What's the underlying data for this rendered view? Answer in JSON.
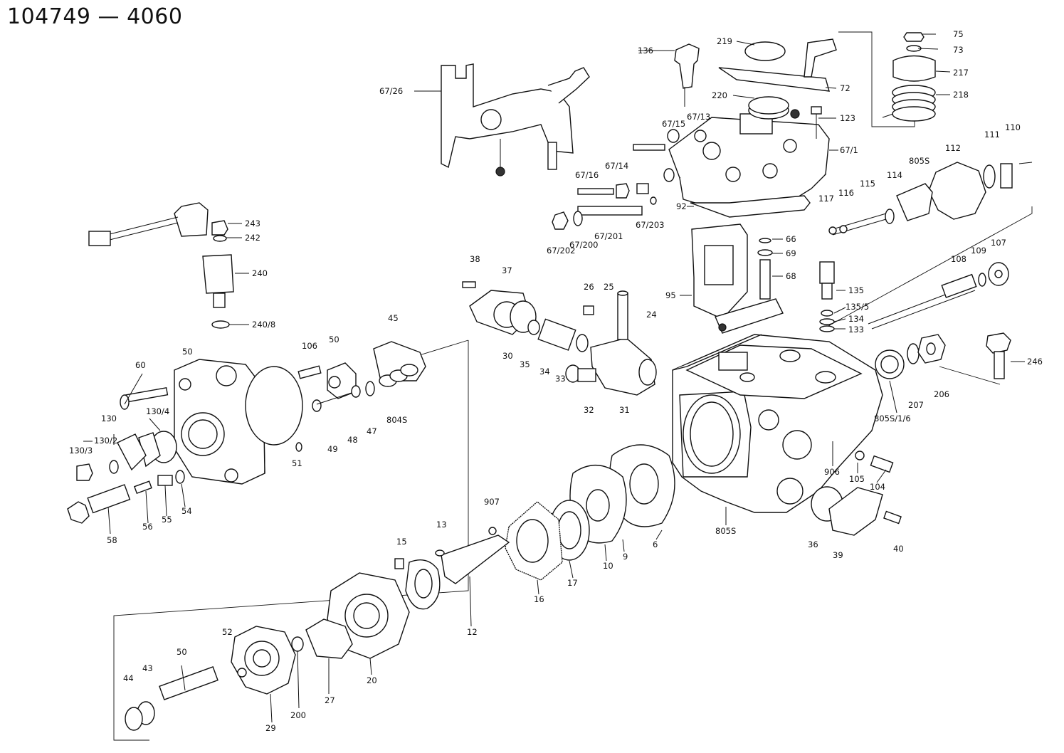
{
  "title": "104749 — 4060",
  "labels": {
    "p75": "75",
    "p73": "73",
    "p217": "217",
    "p218": "218",
    "p219": "219",
    "p72": "72",
    "p220": "220",
    "p136": "136",
    "p123": "123",
    "p67_1": "67/1",
    "p67_13": "67/13",
    "p67_15": "67/15",
    "p67_14": "67/14",
    "p67_16": "67/16",
    "p67_26": "67/26",
    "p92": "92",
    "p67_203": "67/203",
    "p67_201": "67/201",
    "p67_200": "67/200",
    "p67_202": "67/202",
    "p66": "66",
    "p69": "69",
    "p68": "68",
    "p95": "95",
    "p110": "110",
    "p111": "111",
    "p112": "112",
    "p805s_top": "805S",
    "p114": "114",
    "p115": "115",
    "p116": "116",
    "p117": "117",
    "p107": "107",
    "p109": "109",
    "p108": "108",
    "p135": "135",
    "p135_5": "135/5",
    "p134": "134",
    "p133": "133",
    "p243": "243",
    "p242": "242",
    "p240": "240",
    "p240_8": "240/8",
    "p38": "38",
    "p37": "37",
    "p26": "26",
    "p25": "25",
    "p24": "24",
    "p45": "45",
    "p106": "106",
    "p50_a": "50",
    "p50_b": "50",
    "p60": "60",
    "p130": "130",
    "p130_4": "130/4",
    "p130_2": "130/2",
    "p130_3": "130/3",
    "p51": "51",
    "p49": "49",
    "p48": "48",
    "p47": "47",
    "p804s": "804S",
    "p30": "30",
    "p35_a": "35",
    "p34": "34",
    "p33": "33",
    "p32": "32",
    "p31": "31",
    "p246": "246",
    "p206": "206",
    "p207": "207",
    "p805s_1_6": "805S/1/6",
    "p906": "906",
    "p105": "105",
    "p104": "104",
    "p58": "58",
    "p56": "56",
    "p55": "55",
    "p54": "54",
    "p907": "907",
    "p13": "13",
    "p15": "15",
    "p16": "16",
    "p17": "17",
    "p10": "10",
    "p9": "9",
    "p6": "6",
    "p805s_bot": "805S",
    "p36": "36",
    "p39": "39",
    "p40": "40",
    "p12": "12",
    "p20": "20",
    "p27": "27",
    "p200": "200",
    "p29": "29",
    "p52": "52",
    "p50_c": "50",
    "p43": "43",
    "p44": "44"
  }
}
